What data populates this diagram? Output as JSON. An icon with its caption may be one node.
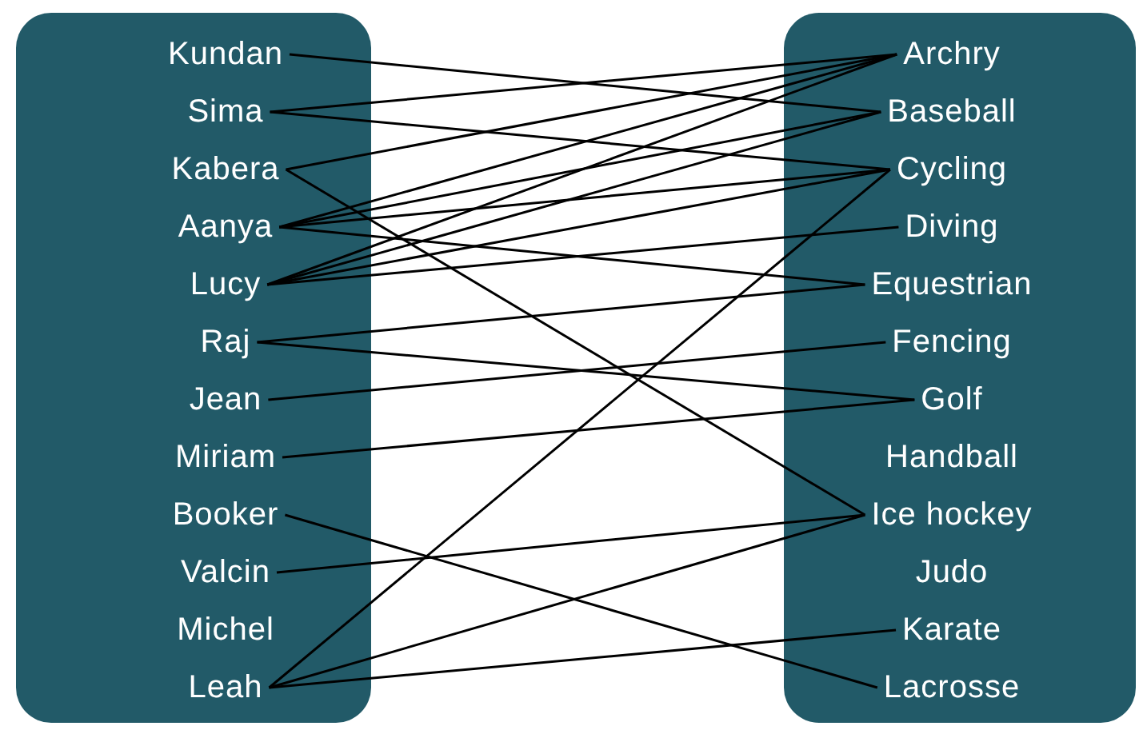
{
  "diagram": {
    "nodes": [
      {
        "text": [],
        "shape": "box"
      },
      {
        "text": [
          "Kundan"
        ],
        "in": 0
      },
      {
        "text": [
          "Sima"
        ],
        "in": 0
      },
      {
        "text": [
          "Kabera"
        ],
        "in": 0
      },
      {
        "text": [
          "Aanya"
        ],
        "in": 0
      },
      {
        "text": [
          "Lucy"
        ],
        "in": 0
      },
      {
        "text": [
          "Raj"
        ],
        "in": 0
      },
      {
        "text": [
          "Jean"
        ],
        "in": 0
      },
      {
        "text": [
          "Miriam"
        ],
        "in": 0
      },
      {
        "text": [
          "Booker"
        ],
        "in": 0
      },
      {
        "text": [
          "Valcin"
        ],
        "in": 0
      },
      {
        "text": [
          "Michel"
        ],
        "in": 0
      },
      {
        "text": [
          "Leah"
        ],
        "in": 0
      },
      {
        "text": [],
        "shape": "box"
      },
      {
        "text": [
          "Archry"
        ],
        "in": 13
      },
      {
        "text": [
          "Baseball"
        ],
        "in": 13
      },
      {
        "text": [
          "Cycling"
        ],
        "in": 13
      },
      {
        "text": [
          "Diving"
        ],
        "in": 13
      },
      {
        "text": [
          "Equestrian"
        ],
        "in": 13
      },
      {
        "text": [
          "Fencing"
        ],
        "in": 13
      },
      {
        "text": [
          "Golf"
        ],
        "in": 13
      },
      {
        "text": [
          "Handball"
        ],
        "in": 13
      },
      {
        "text": [
          "Ice hockey"
        ],
        "in": 13
      },
      {
        "text": [
          "Judo"
        ],
        "in": 13
      },
      {
        "text": [
          "Karate"
        ],
        "in": 13
      },
      {
        "text": [
          "Lacrosse"
        ],
        "in": 13
      }
    ],
    "edges": [
      {
        "from": 1,
        "to": 15,
        "arrow": "none"
      },
      {
        "from": 2,
        "to": 14,
        "arrow": "none"
      },
      {
        "from": 2,
        "to": 16,
        "arrow": "none"
      },
      {
        "from": 3,
        "to": 14,
        "arrow": "none"
      },
      {
        "from": 3,
        "to": 22,
        "arrow": "none"
      },
      {
        "from": 4,
        "to": 14,
        "arrow": "none"
      },
      {
        "from": 4,
        "to": 15,
        "arrow": "none"
      },
      {
        "from": 4,
        "to": 16,
        "arrow": "none"
      },
      {
        "from": 4,
        "to": 18,
        "arrow": "none"
      },
      {
        "from": 5,
        "to": 14,
        "arrow": "none"
      },
      {
        "from": 5,
        "to": 15,
        "arrow": "none"
      },
      {
        "from": 5,
        "to": 16,
        "arrow": "none"
      },
      {
        "from": 5,
        "to": 17,
        "arrow": "none"
      },
      {
        "from": 6,
        "to": 18,
        "arrow": "none"
      },
      {
        "from": 6,
        "to": 20,
        "arrow": "none"
      },
      {
        "from": 7,
        "to": 19,
        "arrow": "none"
      },
      {
        "from": 8,
        "to": 20,
        "arrow": "none"
      },
      {
        "from": 9,
        "to": 25,
        "arrow": "none"
      },
      {
        "from": 10,
        "to": 22,
        "arrow": "none"
      },
      {
        "from": 12,
        "to": 16,
        "arrow": "none"
      },
      {
        "from": 12,
        "to": 22,
        "arrow": "none"
      },
      {
        "from": 12,
        "to": 24,
        "arrow": "none"
      }
    ]
  }
}
